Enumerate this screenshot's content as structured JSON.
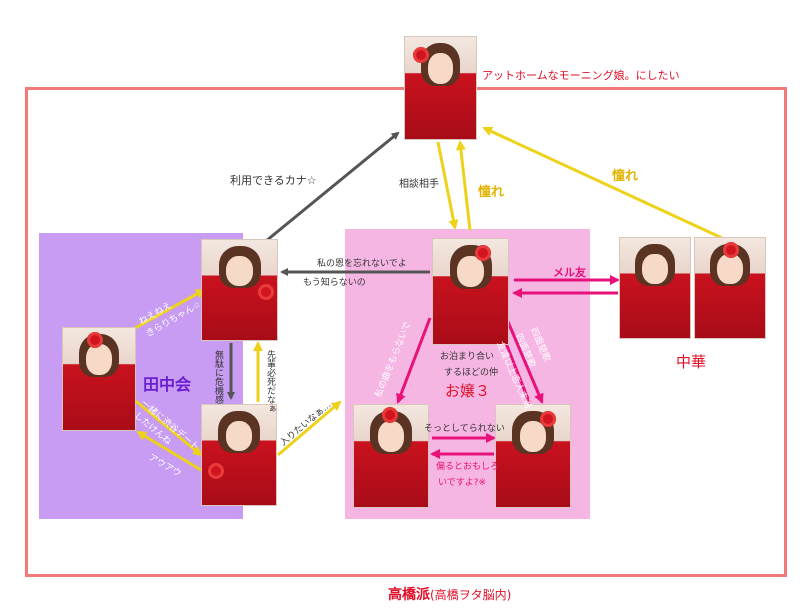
{
  "colors": {
    "frame": "#f07a7a",
    "purple_region": "#c79cf2",
    "pink_region": "#f6b6e3",
    "dark_arrow": "#555555",
    "gold_arrow": "#eed21a",
    "pink_arrow": "#e8117a",
    "red_text": "#e0102a",
    "purple_text": "#6a1ed2"
  },
  "icons": {
    "member_photo": "member-photo"
  },
  "labels": {
    "top_goal": "アットホームなモーニング娘。にしたい",
    "use_kana": "利用できるカナ☆",
    "consult": "相談相手",
    "admire_1": "憧れ",
    "admire_2": "憧れ",
    "dont_forget_1": "私の恩を忘れないでよ",
    "dont_forget_2": "もう知らないの",
    "mail_friend": "メル友",
    "chuka": "中華",
    "tanakakai": "田中会",
    "nee_1": "ねえねえ",
    "nee_2": "きらりちゃん☆",
    "together_1": "一緒に渋谷デート",
    "together_2": "したけんね",
    "auau": "アウアウ",
    "silent": "無駄に危機感",
    "senpai": "先輩必死だなぁ",
    "want_in": "入りたいなぁ…",
    "sleepover_1": "お泊まり合い",
    "sleepover_2": "するほどの仲",
    "ojou3": "お嬢３",
    "tell_me": "私の曲をもらないで",
    "kenrei_1": "四面楚歌",
    "kenrei_2": "四面楚歌",
    "more_than": "友達以上恋人未満",
    "leave_alone": "そっとしてられない",
    "funny_1": "偏るとおもしろ",
    "funny_2": "いですよ?※",
    "takahashi_main": "高橋派",
    "takahashi_sub": "(高橋ヲタ脳内)"
  }
}
